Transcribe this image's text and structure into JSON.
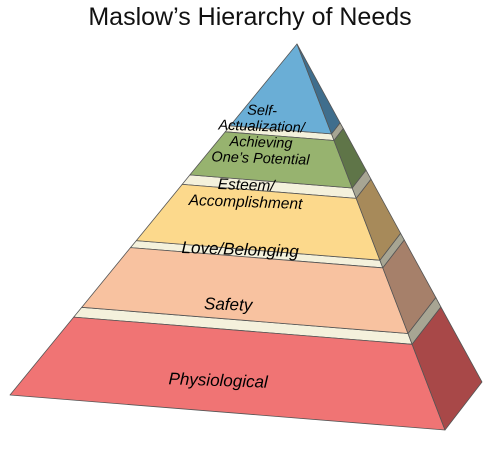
{
  "title": "Maslow’s Hierarchy of Needs",
  "levels": [
    {
      "id": "physiological",
      "lines": [
        "Physiological"
      ],
      "front_color": "#f07474",
      "side_color": "#a84848"
    },
    {
      "id": "safety",
      "lines": [
        "Safety"
      ],
      "front_color": "#f8c2a0",
      "side_color": "#a6806a"
    },
    {
      "id": "love",
      "lines": [
        "Love/Belonging"
      ],
      "front_color": "#fcd98c",
      "side_color": "#a78a5a"
    },
    {
      "id": "esteem",
      "lines": [
        "Esteem/",
        "Accomplishment"
      ],
      "front_color": "#97b36f",
      "side_color": "#5f7548"
    },
    {
      "id": "self-actualization",
      "lines": [
        "Self-",
        "Actualization/",
        "Achieving",
        "One’s Potential"
      ],
      "front_color": "#6aaed6",
      "side_color": "#3f6e8d"
    }
  ],
  "separator_color": "#f4f1dc",
  "separator_side_color": "#a7a593",
  "outline_color": "#555555"
}
